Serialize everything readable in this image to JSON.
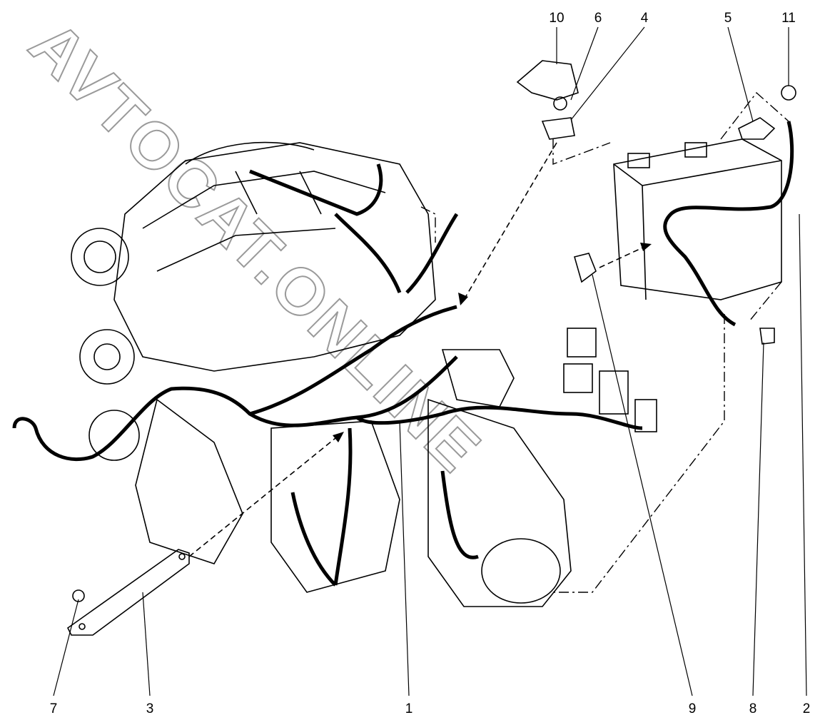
{
  "diagram": {
    "watermark": "AVTOCAT.ONLINE",
    "callouts": {
      "c10": "10",
      "c6": "6",
      "c4": "4",
      "c5": "5",
      "c11": "11",
      "c7": "7",
      "c3": "3",
      "c1": "1",
      "c9": "9",
      "c8": "8",
      "c2": "2"
    }
  }
}
